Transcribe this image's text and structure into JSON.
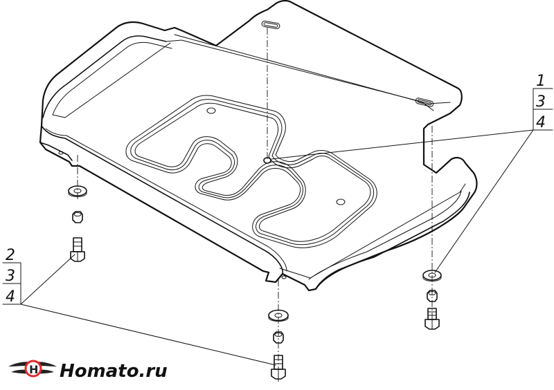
{
  "labels": {
    "right_stack": [
      "1",
      "3",
      "4"
    ],
    "left_stack": [
      "2",
      "3",
      "4"
    ]
  },
  "logo": {
    "text": "Homato.ru",
    "accent_color": "#e0292b",
    "mark_color": "#222222"
  }
}
